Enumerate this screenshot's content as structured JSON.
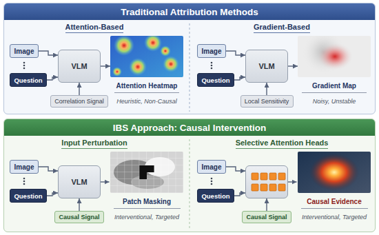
{
  "diagram": {
    "nodes": [
      {
        "text": [
          "Traditional Attribution Methods"
        ]
      },
      {
        "text": [
          "Image"
        ],
        "in": 0
      },
      {
        "text": [
          "Question"
        ],
        "in": 0
      },
      {
        "text": [
          "VLM"
        ],
        "in": 0
      },
      {
        "text": [
          "Attention Heatmap",
          "Heuristic, Non-Causal"
        ],
        "in": 0
      },
      {
        "text": [
          "Correlation Signal"
        ],
        "in": 0
      },
      {
        "text": [
          "Image"
        ],
        "in": 0
      },
      {
        "text": [
          "Question"
        ],
        "in": 0
      },
      {
        "text": [
          "VLM"
        ],
        "in": 0
      },
      {
        "text": [
          "Gradient Map",
          "Noisy, Unstable"
        ],
        "in": 0
      },
      {
        "text": [
          "Local Sensitivity"
        ],
        "in": 0
      },
      {
        "text": [
          "IBS Approach: Causal Intervention"
        ]
      },
      {
        "text": [
          "Image"
        ],
        "in": 11
      },
      {
        "text": [
          "Question"
        ],
        "in": 11
      },
      {
        "text": [
          "VLM"
        ],
        "in": 11
      },
      {
        "text": [
          "Patch Masking",
          "Interventional, Targeted"
        ],
        "in": 11
      },
      {
        "text": [
          "Causal Signal"
        ],
        "in": 11
      },
      {
        "text": [
          "Image"
        ],
        "in": 11
      },
      {
        "text": [
          "Question"
        ],
        "in": 11
      },
      {
        "text": [],
        "in": 11
      },
      {
        "text": [
          "Causal Evidence",
          "Interventional, Targeted"
        ],
        "in": 11
      },
      {
        "text": [
          "Causal Signal"
        ],
        "in": 11
      }
    ],
    "edges": [
      {
        "from": 1,
        "to": 3,
        "arrow": "to"
      },
      {
        "from": 2,
        "to": 3,
        "arrow": "to"
      },
      {
        "from": 3,
        "to": 4,
        "arrow": "to"
      },
      {
        "from": 5,
        "to": 3,
        "arrow": "to"
      },
      {
        "from": 6,
        "to": 8,
        "arrow": "to"
      },
      {
        "from": 7,
        "to": 8,
        "arrow": "to"
      },
      {
        "from": 8,
        "to": 9,
        "arrow": "to"
      },
      {
        "from": 10,
        "to": 8,
        "arrow": "to"
      },
      {
        "from": 12,
        "to": 14,
        "arrow": "to"
      },
      {
        "from": 13,
        "to": 14,
        "arrow": "to"
      },
      {
        "from": 14,
        "to": 15,
        "arrow": "to"
      },
      {
        "from": 16,
        "to": 14,
        "arrow": "to"
      },
      {
        "from": 17,
        "to": 19,
        "arrow": "to"
      },
      {
        "from": 18,
        "to": 19,
        "arrow": "to"
      },
      {
        "from": 19,
        "to": 20,
        "arrow": "to"
      },
      {
        "from": 21,
        "to": 19,
        "arrow": "to"
      }
    ],
    "labels": [
      "Attention-Based",
      "Gradient-Based",
      "Input Perturbation",
      "Selective Attention Heads"
    ]
  }
}
